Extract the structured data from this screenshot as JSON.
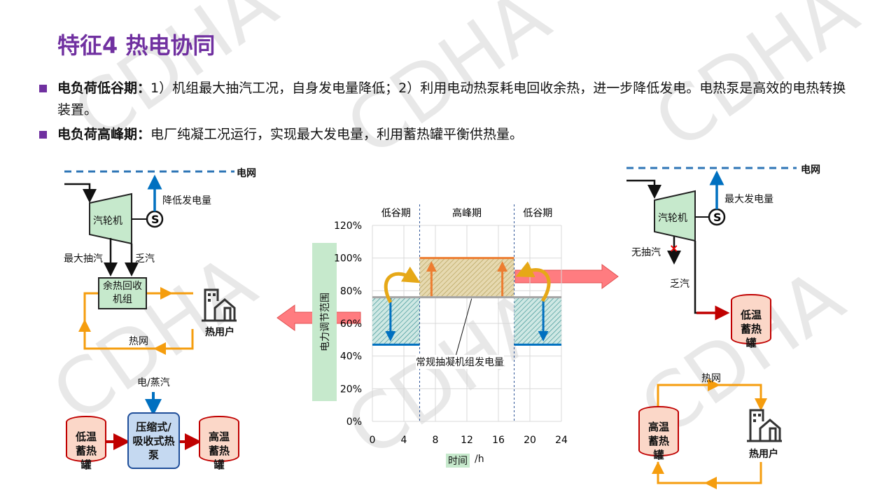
{
  "title": "特征4 热电协同",
  "bullets": [
    {
      "head": "电负荷低谷期：",
      "text": "1）机组最大抽汽工况，自身发电量降低；2）利用电动热泵耗电回收余热，进一步降低发电。电热泵是高效的电热转换装置。"
    },
    {
      "head": "电负荷高峰期：",
      "text": "电厂纯凝工况运行，实现最大发电量，利用蓄热罐平衡供热量。"
    }
  ],
  "left": {
    "grid": "电网",
    "gen_note": "降低发电量",
    "turbine": "汽轮机",
    "max_extract": "最大抽汽",
    "exhaust": "乏汽",
    "recovery": "余热回收机组",
    "heat_net": "热网",
    "heat_user": "热用户"
  },
  "pump": {
    "input": "电/蒸汽",
    "tank_low": "低温蓄热罐",
    "heat_pump": "压缩式/吸收式热泵",
    "tank_high": "高温蓄热罐"
  },
  "right": {
    "grid": "电网",
    "gen_note": "最大发电量",
    "turbine": "汽轮机",
    "no_extract": "无抽汽",
    "exhaust": "乏汽",
    "tank_low": "低温蓄热罐",
    "heat_net": "热网",
    "tank_high": "高温蓄热罐",
    "heat_user": "热用户"
  },
  "watermark": "CDHA",
  "chart_data": {
    "type": "area",
    "periods": [
      {
        "label": "低谷期",
        "from": 0,
        "to": 6
      },
      {
        "label": "高峰期",
        "from": 6,
        "to": 18
      },
      {
        "label": "低谷期",
        "from": 18,
        "to": 24
      }
    ],
    "baseline": 76,
    "peak": 100,
    "valley": 47,
    "baseline_label": "常规抽凝机组发电量",
    "ylabel": "电力调节范围",
    "xlabel": "时间",
    "xunit": "/h",
    "xticks": [
      0,
      4,
      8,
      12,
      16,
      20,
      24
    ],
    "yticks": [
      "0%",
      "20%",
      "40%",
      "60%",
      "80%",
      "100%",
      "120%"
    ],
    "xlim": [
      0,
      24
    ],
    "ylim": [
      0,
      120
    ],
    "grid": true
  }
}
